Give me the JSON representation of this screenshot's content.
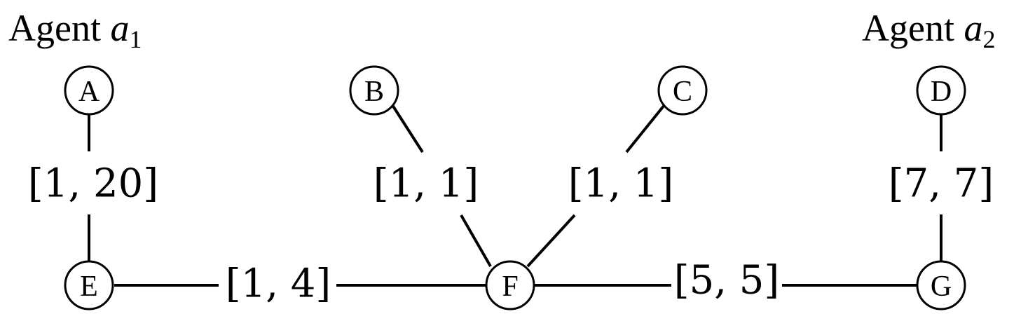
{
  "agents": {
    "a1": {
      "prefix": "Agent ",
      "var": "a",
      "sub": "1"
    },
    "a2": {
      "prefix": "Agent ",
      "var": "a",
      "sub": "2"
    }
  },
  "nodes": {
    "A": "A",
    "B": "B",
    "C": "C",
    "D": "D",
    "E": "E",
    "F": "F",
    "G": "G"
  },
  "edges": {
    "AE": "[1, 20]",
    "BF": "[1, 1]",
    "CF": "[1, 1]",
    "DG": "[7, 7]",
    "EF": "[1, 4]",
    "FG": "[5, 5]"
  }
}
